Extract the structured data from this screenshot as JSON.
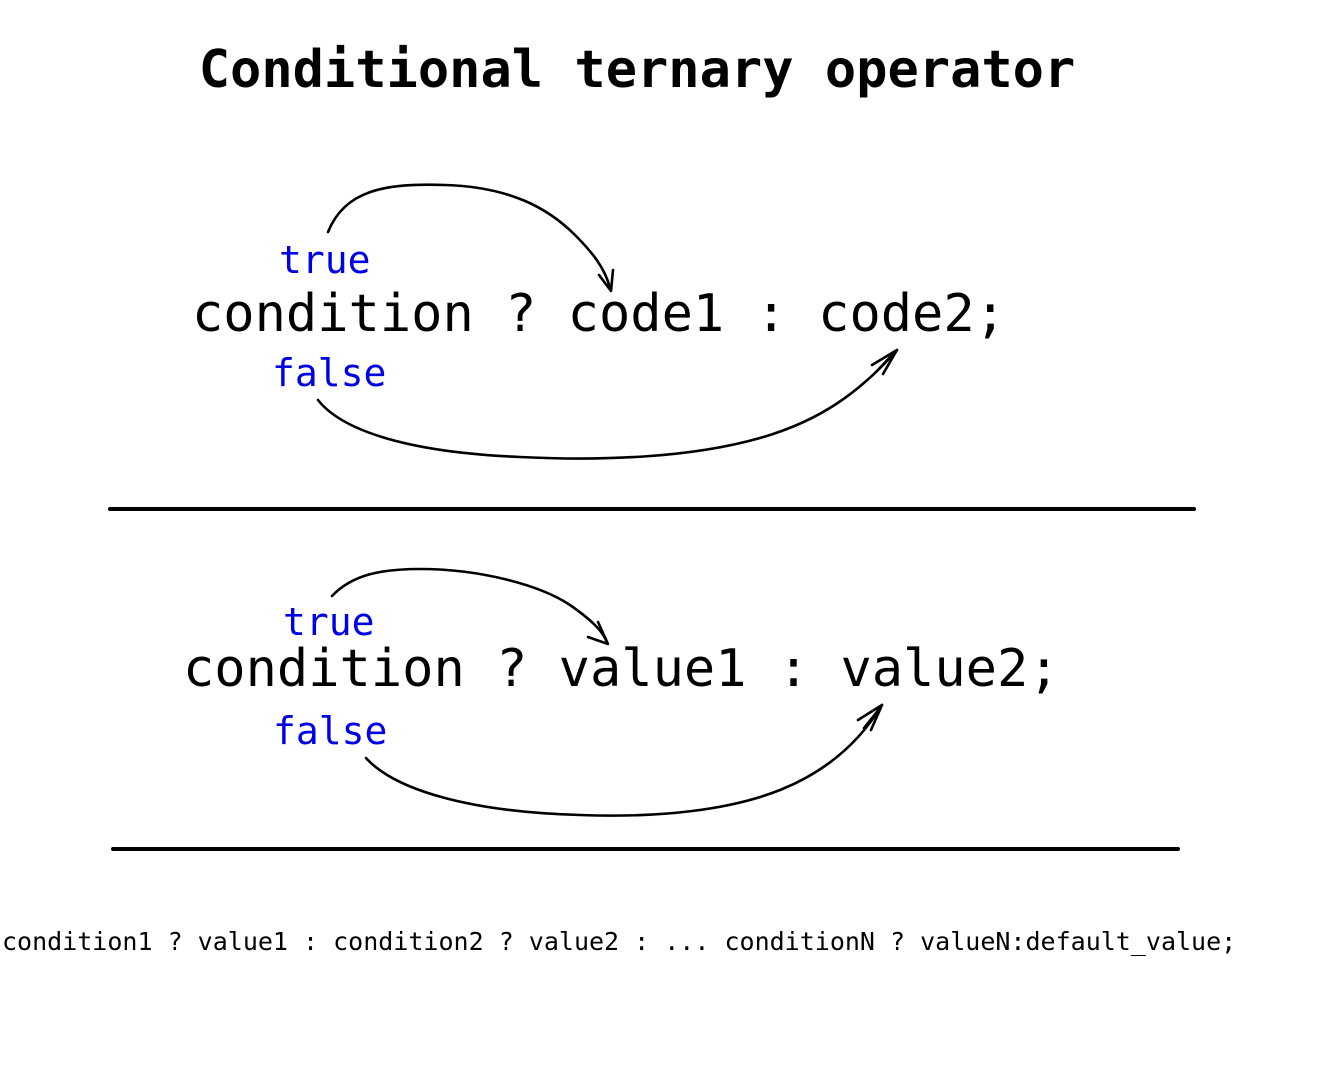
{
  "title": "Conditional ternary operator",
  "colors": {
    "label": "#0000e6",
    "text": "#000000",
    "background": "#ffffff"
  },
  "example_code": {
    "expression": "condition ? code1 : code2;",
    "true_label": "true",
    "false_label": "false"
  },
  "example_value": {
    "expression": "condition ? value1 : value2;",
    "true_label": "true",
    "false_label": "false"
  },
  "chained_expression": "condition1 ? value1 : condition2 ? value2 : ... conditionN ? valueN:default_value;"
}
